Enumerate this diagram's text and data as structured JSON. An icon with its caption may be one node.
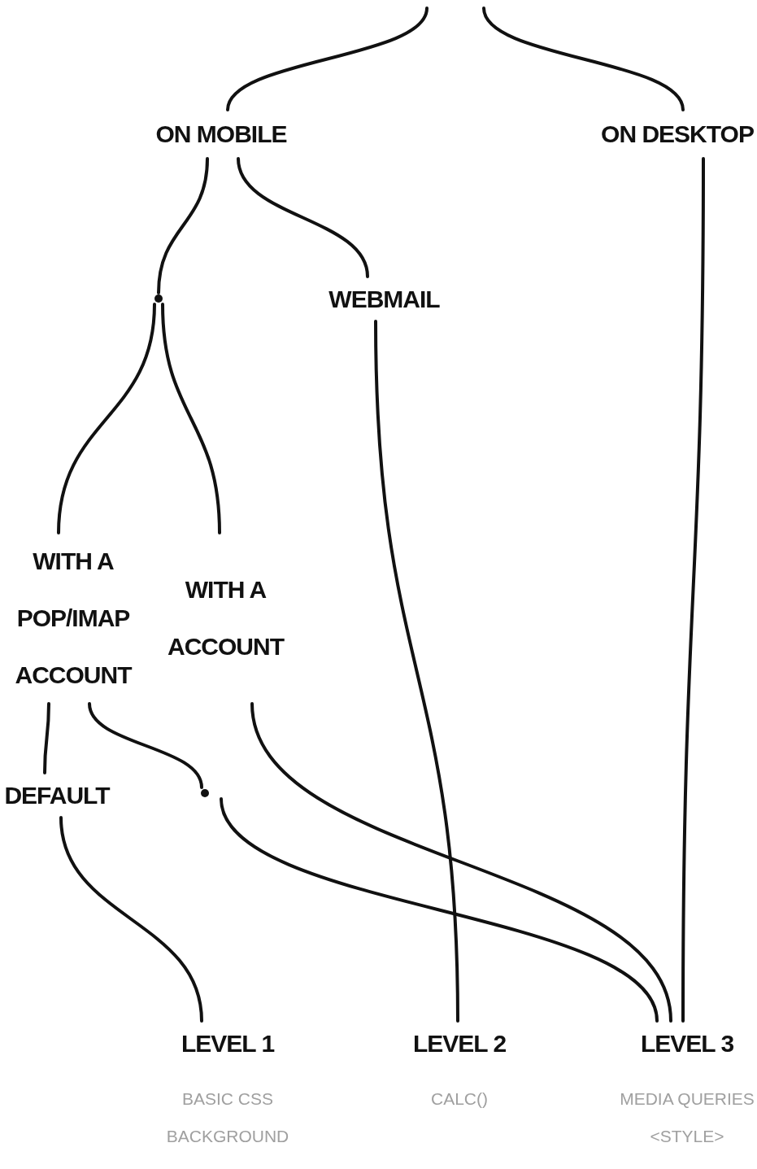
{
  "diagram": {
    "nodes": [
      {
        "text": [
          "ON MOBILE"
        ]
      },
      {
        "text": [
          "ON DESKTOP"
        ]
      },
      {
        "text": [],
        "shape": "circle"
      },
      {
        "text": [
          "WEBMAIL"
        ]
      },
      {
        "text": [
          "WITH A POP/IMAP ACCOUNT"
        ]
      },
      {
        "text": [
          "WITH A ACCOUNT"
        ]
      },
      {
        "text": [
          "DEFAULT"
        ]
      },
      {
        "text": [],
        "shape": "circle"
      },
      {
        "text": [
          "LEVEL 1"
        ],
        "beside": [
          "BASIC CSS BACKGROUND"
        ]
      },
      {
        "text": [
          "LEVEL 2"
        ],
        "beside": [
          "CALC()"
        ]
      },
      {
        "text": [
          "LEVEL 3"
        ],
        "beside": [
          "MEDIA QUERIES <STYLE>"
        ]
      }
    ],
    "edges": [
      {
        "from": null,
        "to": 0,
        "arrow": "none"
      },
      {
        "from": null,
        "to": 1,
        "arrow": "none"
      },
      {
        "from": 0,
        "to": 2,
        "arrow": "none"
      },
      {
        "from": 0,
        "to": 3,
        "arrow": "none"
      },
      {
        "from": 2,
        "to": 4,
        "arrow": "none"
      },
      {
        "from": 2,
        "to": 5,
        "arrow": "none"
      },
      {
        "from": 4,
        "to": 6,
        "arrow": "none"
      },
      {
        "from": 4,
        "to": 7,
        "arrow": "none"
      },
      {
        "from": 6,
        "to": 8,
        "arrow": "none"
      },
      {
        "from": 3,
        "to": 9,
        "arrow": "none"
      },
      {
        "from": 5,
        "to": 10,
        "arrow": "none"
      },
      {
        "from": 7,
        "to": 10,
        "arrow": "none"
      },
      {
        "from": 1,
        "to": 10,
        "arrow": "none"
      }
    ]
  }
}
